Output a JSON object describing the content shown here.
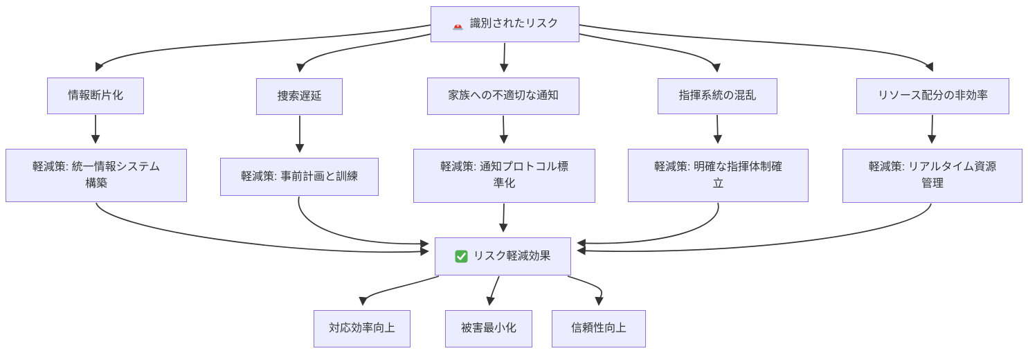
{
  "diagram": {
    "type": "flowchart-top-down",
    "colors": {
      "node_fill": "#ECECFF",
      "node_border": "#9370DB",
      "edge": "#333333",
      "text": "#333333",
      "alarm_icon_red": "#D93025",
      "check_icon_green": "#4CAF50"
    },
    "root": {
      "label": "識別されたリスク",
      "icon": "🚨",
      "icon_name": "rotating-light-emoji"
    },
    "risks": [
      {
        "label": "情報断片化"
      },
      {
        "label": "捜索遅延"
      },
      {
        "label": "家族への不適切な通知"
      },
      {
        "label": "指揮系統の混乱"
      },
      {
        "label": "リソース配分の非効率"
      }
    ],
    "mitigations": [
      {
        "label": "軽減策: 統一情報システム\n構築"
      },
      {
        "label": "軽減策: 事前計画と訓練"
      },
      {
        "label": "軽減策: 通知プロトコル標\n準化"
      },
      {
        "label": "軽減策: 明確な指揮体制確\n立"
      },
      {
        "label": "軽減策: リアルタイム資源\n管理"
      }
    ],
    "effect": {
      "label": "リスク軽減効果",
      "icon": "✅",
      "icon_name": "check-mark-emoji"
    },
    "outcomes": [
      {
        "label": "対応効率向上"
      },
      {
        "label": "被害最小化"
      },
      {
        "label": "信頼性向上"
      }
    ]
  }
}
